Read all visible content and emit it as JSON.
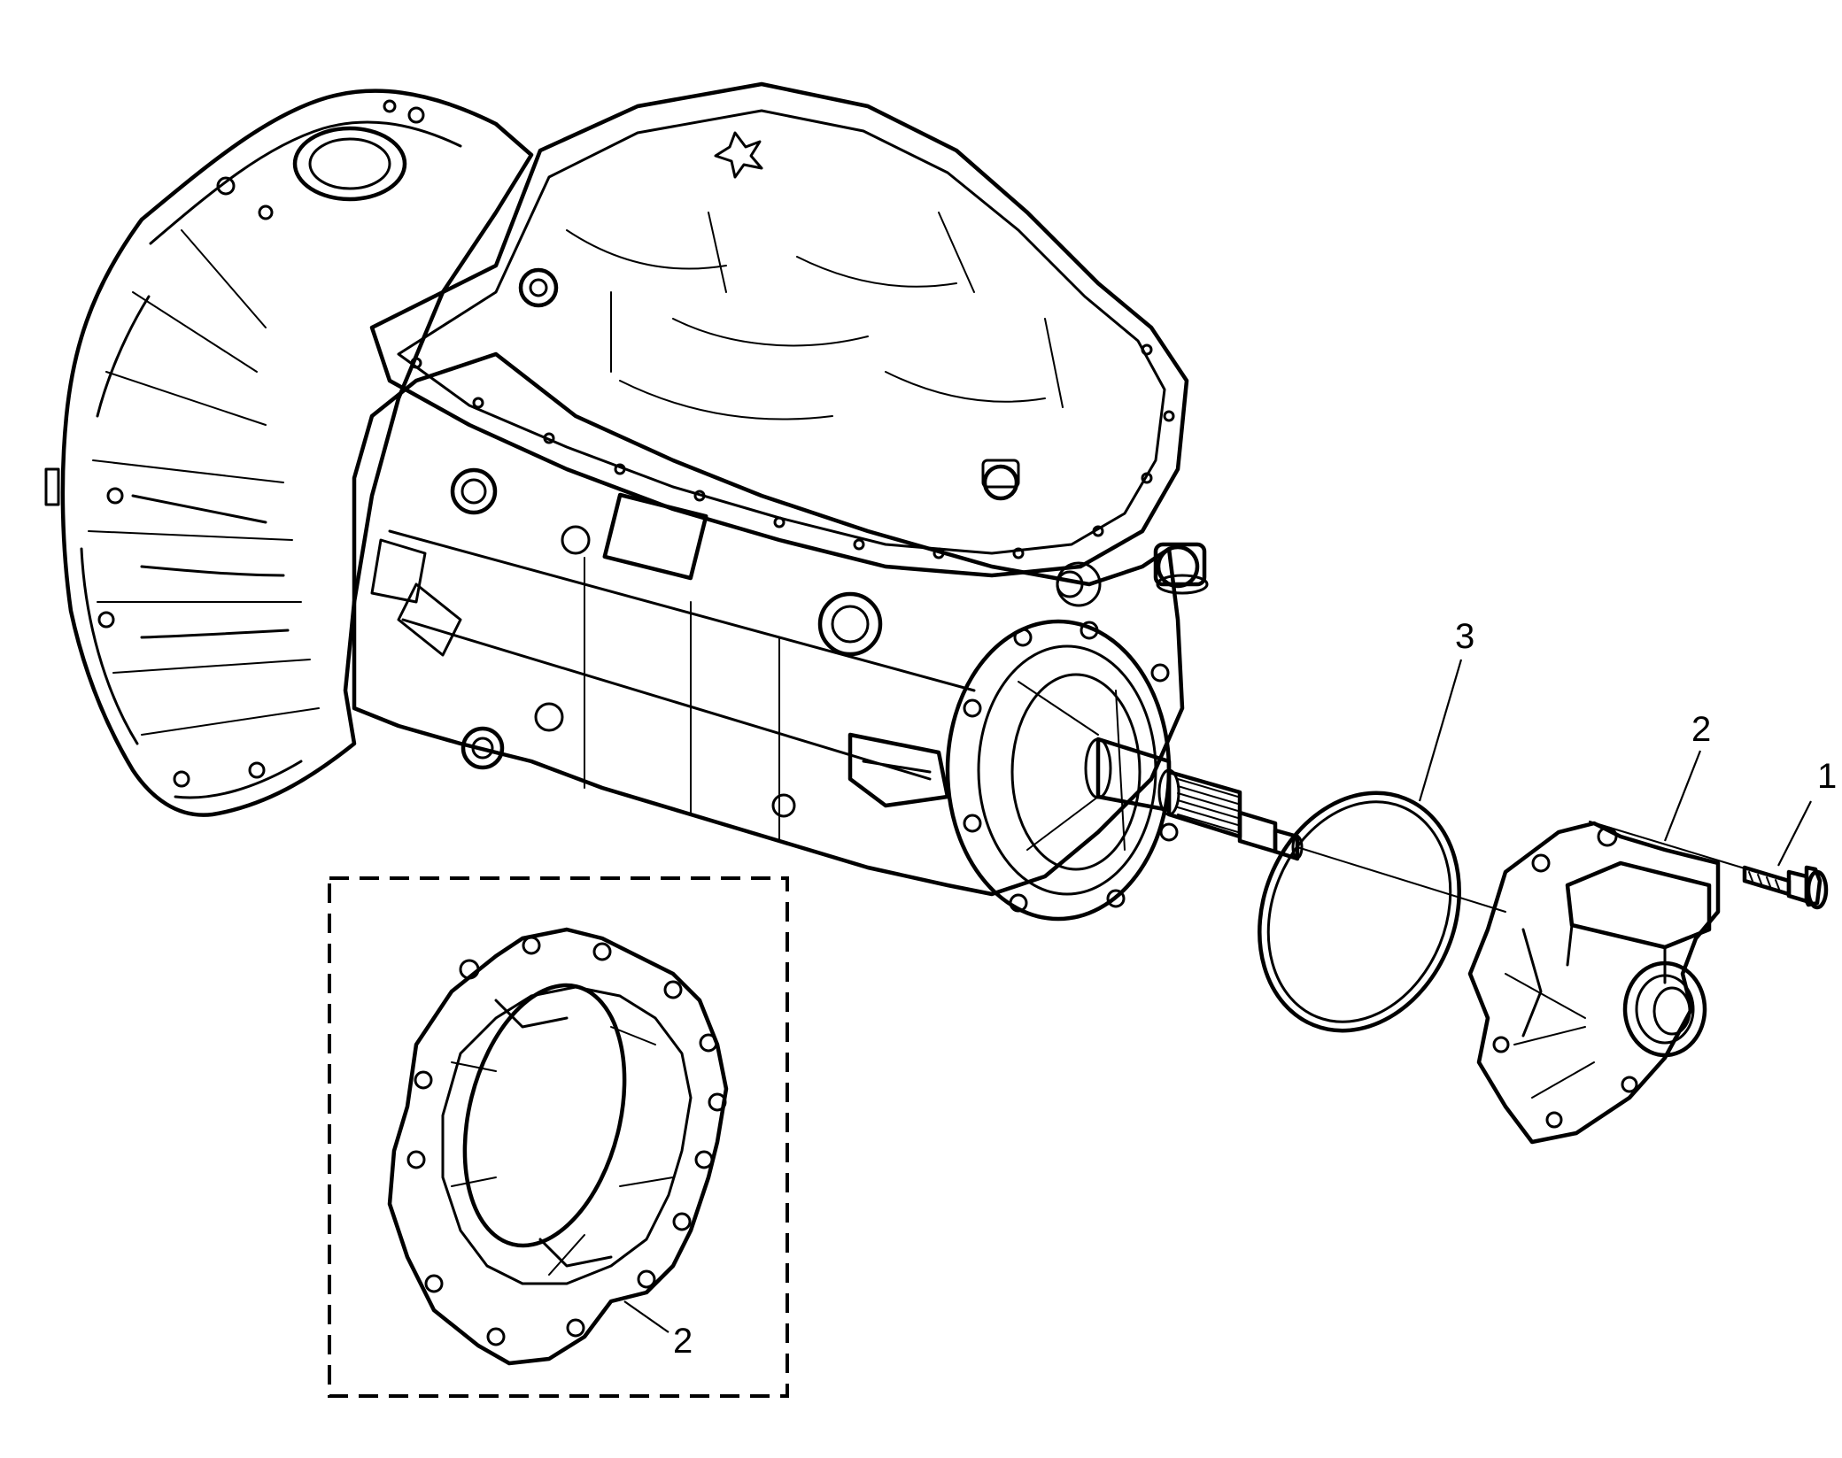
{
  "figure": {
    "type": "exploded-view",
    "line_color": "#000000",
    "background": "#ffffff"
  },
  "callouts": [
    {
      "id": "callout-1",
      "label": "1"
    },
    {
      "id": "callout-2",
      "label": "2"
    },
    {
      "id": "callout-3",
      "label": "3"
    },
    {
      "id": "callout-2-inset",
      "label": "2"
    }
  ]
}
